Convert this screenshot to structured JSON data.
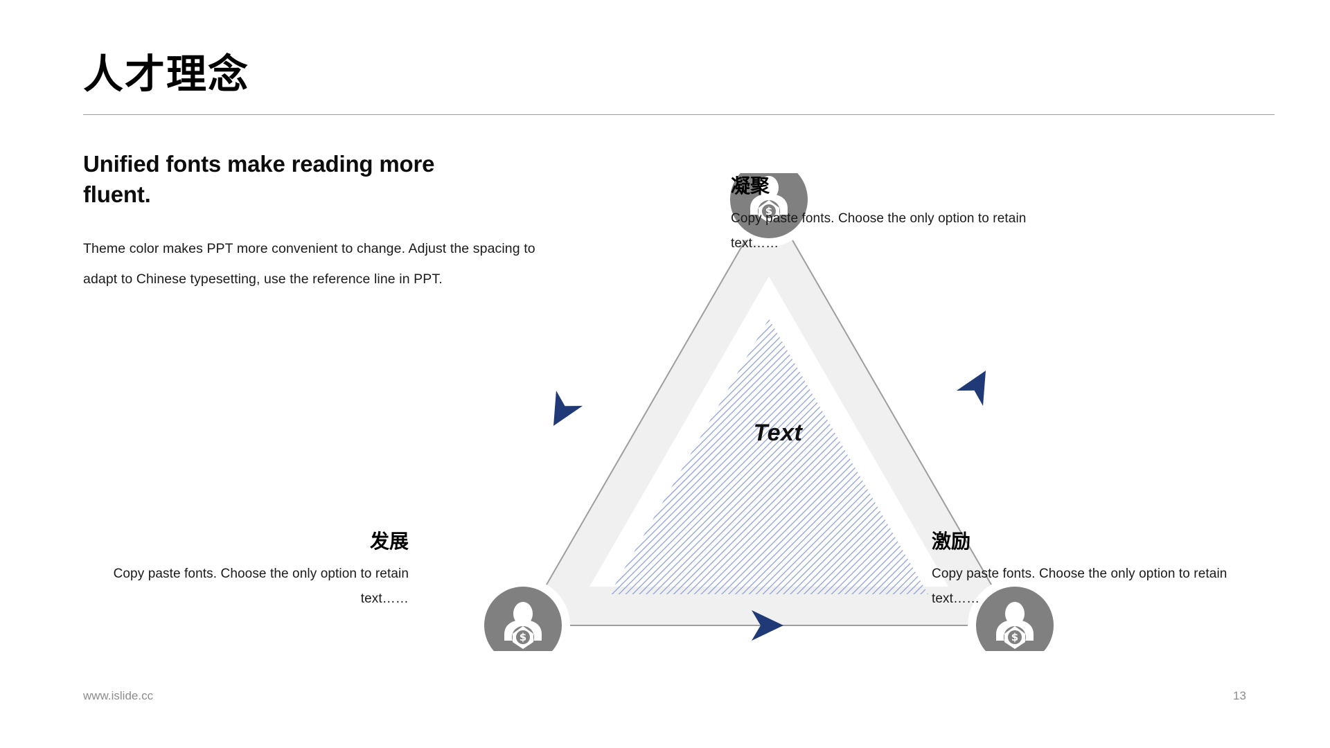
{
  "slide": {
    "title": "人才理念",
    "lead_heading": "Unified fonts make reading more fluent.",
    "lead_body": "Theme color makes PPT more convenient to change. Adjust the spacing to adapt to Chinese typesetting, use the reference line in PPT.",
    "center_label": "Text"
  },
  "nodes": [
    {
      "id": "top",
      "title": "凝聚",
      "desc": "Copy paste fonts. Choose the only option to retain text……",
      "icon": "person-dollar-icon"
    },
    {
      "id": "left",
      "title": "发展",
      "desc": "Copy paste fonts. Choose the only option to retain text……",
      "icon": "person-dollar-icon"
    },
    {
      "id": "right",
      "title": "激励",
      "desc": "Copy paste fonts. Choose the only option to retain text……",
      "icon": "person-dollar-icon"
    }
  ],
  "footer": {
    "url": "www.islide.cc",
    "page": "13"
  },
  "colors": {
    "band_fill": "#f0f0f0",
    "band_stroke": "#9d9d9d",
    "circle_fill": "#808080",
    "arrow": "#1f3a77",
    "hatch": "#8ea2d8",
    "rule": "#9a9a9a",
    "footer_text": "#8c8c8c"
  }
}
